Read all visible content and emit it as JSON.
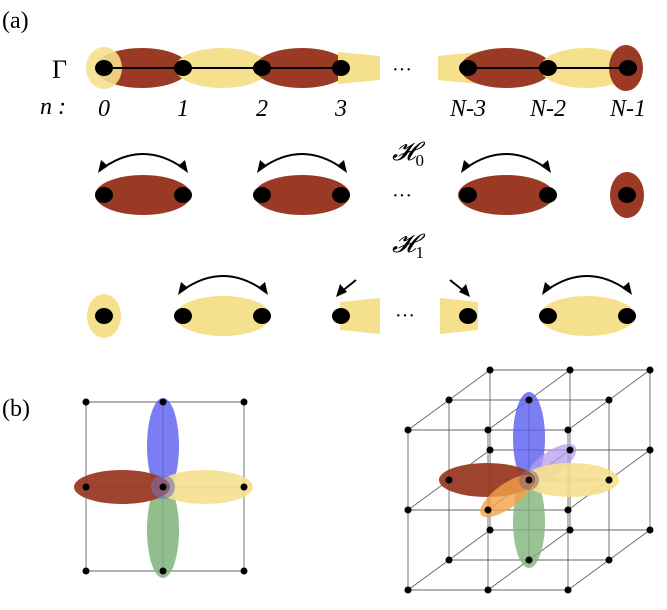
{
  "panel_a": {
    "label": "(a)",
    "graph_symbol": "Γ",
    "index_label": "n :",
    "site_labels": [
      "0",
      "1",
      "2",
      "3",
      "N-3",
      "N-2",
      "N-1"
    ],
    "ellipsis": "···",
    "h0_label": "𝓗",
    "h0_sub": "0",
    "h1_label": "𝓗",
    "h1_sub": "1"
  },
  "panel_b": {
    "label": "(b)"
  },
  "colors": {
    "red": "#9a3a24",
    "yellow": "#f5e08e",
    "blue": "#5a5cf0",
    "green": "#7fb37a",
    "orange": "#f2a04a",
    "purple": "#b79cf0",
    "node": "#000000",
    "grid": "#555555"
  }
}
